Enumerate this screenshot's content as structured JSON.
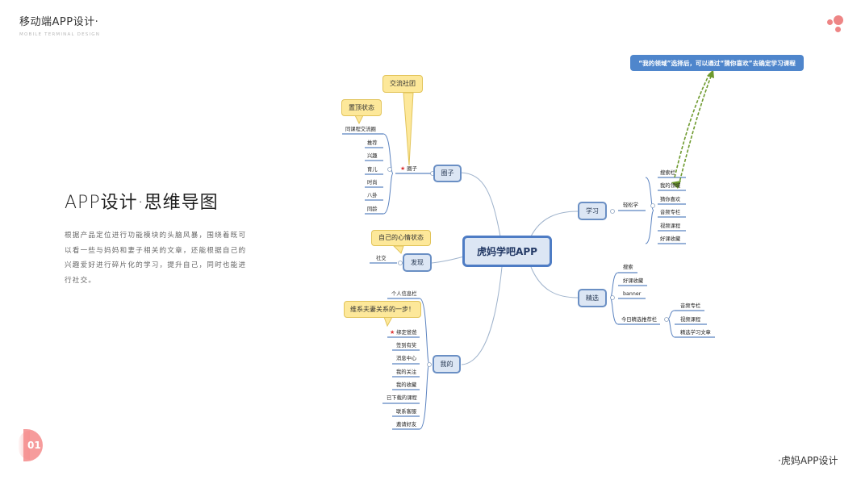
{
  "header": {
    "title": "移动端APP设计·",
    "subtitle": "MOBILE TERMINAL DESIGN"
  },
  "main": {
    "title": "APP设计·思维导图",
    "description": "根据产品定位进行功能模块的头脑风暴，围绕着既可以看一些与妈妈和妻子相关的文章，还能根据自己的兴趣爱好进行碎片化的学习，提升自己，同时也能进行社交。"
  },
  "page_number": "01",
  "footer": "·虎妈APP设计",
  "colors": {
    "accent": "#ee8585",
    "node_fill": "#dce6f4",
    "node_border": "#6a8fc4",
    "callout_fill": "#fde89a",
    "note_fill": "#4f86cc",
    "dashed_arrow": "#6e9a2e"
  },
  "mindmap": {
    "root": "虎妈学吧APP",
    "note": "“我的领域”选择后，可以通过“猜你喜欢”去确定学习课程",
    "branches": {
      "circle": {
        "label": "圈子",
        "sub": "圈子",
        "sub_icon": "star-icon",
        "callout": "交流社团",
        "callout2": "置顶状态",
        "items": [
          "同课程交流圈",
          "推荐",
          "兴趣",
          "育儿",
          "时尚",
          "八卦",
          "同龄"
        ]
      },
      "discover": {
        "label": "发现",
        "callout": "自己的心情状态",
        "items": [
          "社交"
        ]
      },
      "mine": {
        "label": "我的",
        "callout": "维系夫妻关系的一步！",
        "items": [
          "个人信息栏",
          "绑定爸爸",
          "签到有奖",
          "消息中心",
          "我的关注",
          "我的收藏",
          "已下载的课程",
          "联系客服",
          "邀请好友"
        ]
      },
      "study": {
        "label": "学习",
        "sub": "轻松学",
        "items": [
          "搜索栏",
          "我的领域",
          "猜你喜欢",
          "音频专栏",
          "视频课程",
          "好课收藏"
        ]
      },
      "featured": {
        "label": "精选",
        "items": [
          "搜索",
          "好课收藏",
          "banner",
          "今日精选推荐栏"
        ],
        "sub_items": [
          "音频专栏",
          "视频课程",
          "精选学习文章"
        ]
      }
    }
  }
}
